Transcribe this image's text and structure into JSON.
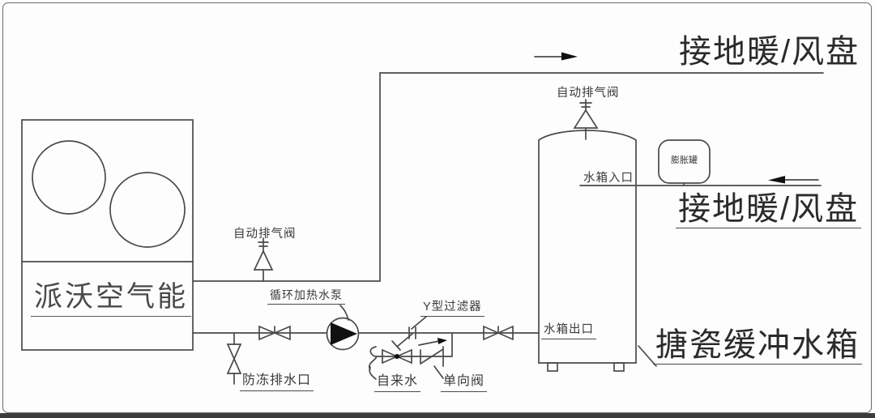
{
  "colors": {
    "line": "#4a4a4a",
    "heading_text": "#2b2b2b",
    "label_text": "#3a3a3a",
    "background": "#fcfcfc",
    "bottom_edge_strip": "#3c3c3c",
    "pump_fill": "#111111"
  },
  "unit": {
    "name": "派沃空气能"
  },
  "headers": {
    "supply_line": "接地暖/风盘",
    "return_line": "接地暖/风盘",
    "tank_name": "搪瓷缓冲水箱"
  },
  "labels": {
    "auto_vent_pipe": "自动排气阀",
    "auto_vent_tank": "自动排气阀",
    "tank_inlet": "水箱入口",
    "tank_outlet": "水箱出口",
    "expansion_tank": "膨胀罐",
    "circulation_pump": "循环加热水泵",
    "y_filter": "Y型过滤器",
    "antifreeze_drain": "防冻排水口",
    "tap_water": "自来水",
    "check_valve": "单向阀"
  }
}
